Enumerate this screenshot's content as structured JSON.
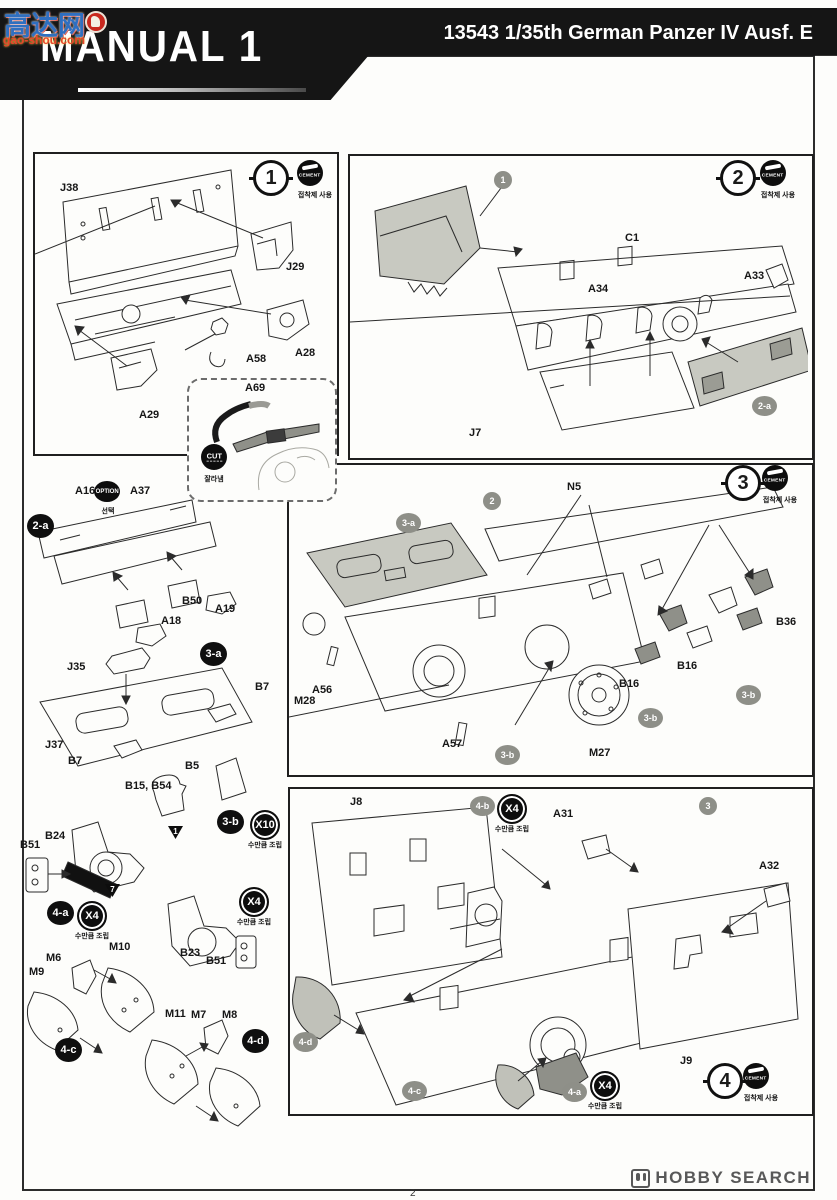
{
  "watermark": {
    "site_name": "高达网",
    "site_url": "gao-shou.com"
  },
  "header": {
    "manual_title": "MANUAL 1",
    "product_title": "13543 1/35th German Panzer IV Ausf. E"
  },
  "legend": {
    "cement_label": "CEMENT",
    "cement_caption": "접착제 사용",
    "cut_label": "CUT",
    "cut_caption": "잘라냄",
    "option_label": "OPTION",
    "option_caption": "선택",
    "x10_label": "X10",
    "x4_label": "X4",
    "qty_caption": "수만큼 조립",
    "triangle_1": "1",
    "triangle_7": "7"
  },
  "steps": {
    "s1": {
      "num": "1",
      "parts": {
        "j38": "J38",
        "j29": "J29",
        "a58": "A58",
        "a28": "A28",
        "a29": "A29",
        "a69": "A69"
      }
    },
    "s2": {
      "num": "2",
      "ref_1": "1",
      "ref_2a": "2-a",
      "parts": {
        "c1": "C1",
        "a34": "A34",
        "a33": "A33",
        "j7": "J7"
      }
    },
    "s3": {
      "num": "3",
      "ref_2": "2",
      "ref_3a": "3-a",
      "ref_3b": "3-b",
      "parts": {
        "n5": "N5",
        "b36": "B36",
        "b16": "B16",
        "m28": "M28",
        "a56": "A56",
        "a57": "A57",
        "m27": "M27"
      }
    },
    "s4": {
      "num": "4",
      "ref_3": "3",
      "ref_4a": "4-a",
      "ref_4b": "4-b",
      "ref_4c": "4-c",
      "ref_4d": "4-d",
      "parts": {
        "j8": "J8",
        "a31": "A31",
        "a32": "A32",
        "j9": "J9"
      }
    }
  },
  "subassemblies": {
    "s2a": {
      "id": "2-a",
      "parts": {
        "a16": "A16",
        "a37": "A37",
        "b50": "B50",
        "a19": "A19",
        "a18": "A18"
      }
    },
    "s3a": {
      "id": "3-a",
      "parts": {
        "j35": "J35",
        "b7": "B7",
        "j37": "J37"
      }
    },
    "s3b": {
      "id": "3-b",
      "qty": "X10",
      "parts": {
        "b5": "B5",
        "b15_b54": "B15, B54"
      }
    },
    "s4a": {
      "id": "4-a",
      "qty": "X4",
      "parts": {
        "b51": "B51",
        "b24": "B24",
        "b23": "B23"
      }
    },
    "s4c": {
      "id": "4-c",
      "parts": {
        "m6": "M6",
        "m9": "M9",
        "m10": "M10"
      }
    },
    "s4d": {
      "id": "4-d",
      "parts": {
        "m11": "M11",
        "m7": "M7",
        "m8": "M8"
      }
    }
  },
  "footer": {
    "brand": "HOBBY SEARCH",
    "page_number": "2"
  }
}
